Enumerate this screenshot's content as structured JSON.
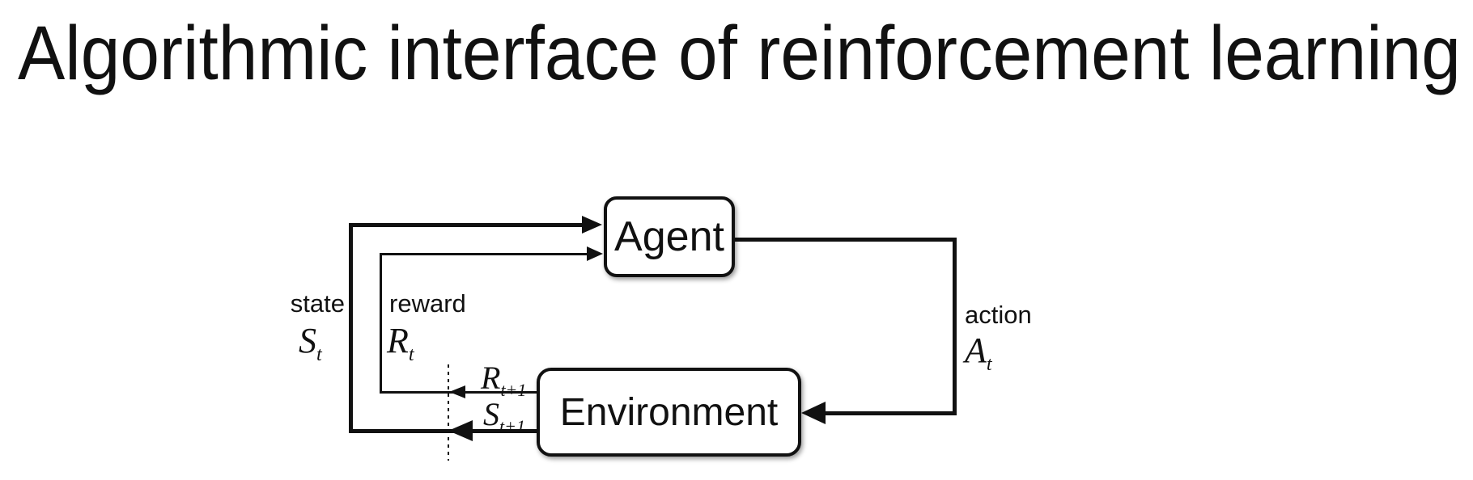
{
  "slide": {
    "title": "Algorithmic interface of reinforcement learning"
  },
  "diagram": {
    "agent_label": "Agent",
    "environment_label": "Environment",
    "edge_labels": {
      "state": "state",
      "reward": "reward",
      "action": "action"
    },
    "symbols": {
      "state": {
        "base": "S",
        "sub": "t"
      },
      "reward": {
        "base": "R",
        "sub": "t"
      },
      "action": {
        "base": "A",
        "sub": "t"
      },
      "next_reward": {
        "base": "R",
        "sub": "t+1"
      },
      "next_state": {
        "base": "S",
        "sub": "t+1"
      }
    },
    "colors": {
      "ink": "#111111",
      "background": "#ffffff"
    }
  }
}
